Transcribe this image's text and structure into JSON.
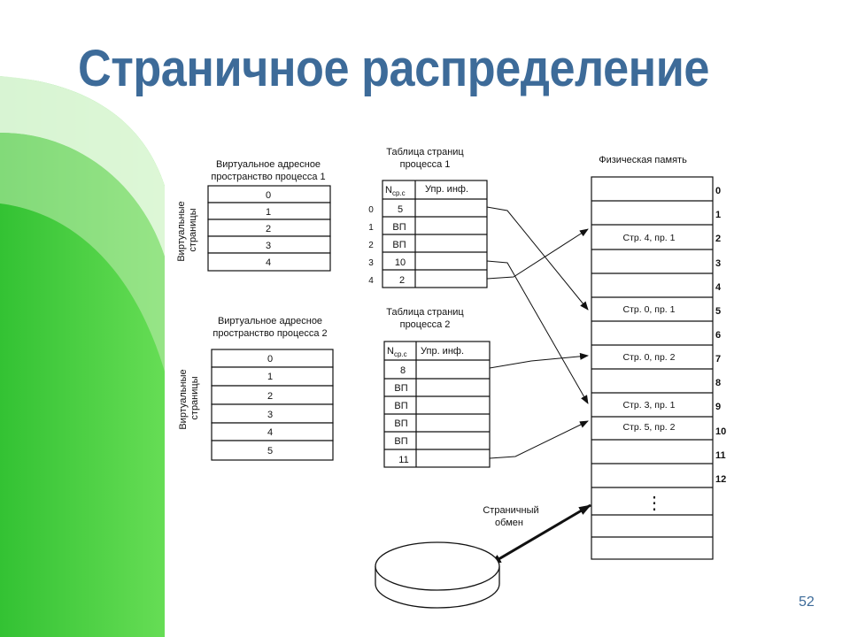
{
  "title": "Страничное распределение",
  "slide_number": "52",
  "vas1": {
    "caption_line1": "Виртуальное адресное",
    "caption_line2": "пространство процесса 1",
    "side_label_line1": "Виртуальные",
    "side_label_line2": "страницы",
    "pages": [
      "0",
      "1",
      "2",
      "3",
      "4"
    ]
  },
  "vas2": {
    "caption_line1": "Виртуальное адресное",
    "caption_line2": "пространство процесса 2",
    "side_label_line1": "Виртуальные",
    "side_label_line2": "страницы",
    "pages": [
      "0",
      "1",
      "2",
      "3",
      "4",
      "5"
    ]
  },
  "pt1": {
    "caption_line1": "Таблица страниц",
    "caption_line2": "процесса 1",
    "header_n": "N",
    "header_n_sub": "ср.с",
    "header_info": "Упр. инф.",
    "row_indices": [
      "0",
      "1",
      "2",
      "3",
      "4"
    ],
    "entries": [
      "5",
      "ВП",
      "ВП",
      "10",
      "2"
    ]
  },
  "pt2": {
    "caption_line1": "Таблица страниц",
    "caption_line2": "процесса 2",
    "header_n": "N",
    "header_n_sub": "ср.с",
    "header_info": "Упр. инф.",
    "entries": [
      "8",
      "ВП",
      "ВП",
      "ВП",
      "ВП",
      "11"
    ]
  },
  "physical_memory": {
    "caption": "Физическая память",
    "frame_numbers": [
      "0",
      "1",
      "2",
      "3",
      "4",
      "5",
      "6",
      "7",
      "8",
      "9",
      "10",
      "11",
      "12"
    ],
    "frame_contents": [
      "",
      "",
      "Стр. 4, пр. 1",
      "",
      "",
      "Стр. 0, пр. 1",
      "",
      "Стр. 0, пр. 2",
      "",
      "Стр. 3, пр. 1",
      "Стр. 5, пр. 2",
      "",
      ""
    ],
    "ellipsis": "⋮"
  },
  "swap": {
    "label_line1": "Страничный",
    "label_line2": "обмен"
  },
  "colors": {
    "title": "#3d6b99",
    "green_dark": "#33cc33",
    "green_light": "#f4fcf2"
  }
}
